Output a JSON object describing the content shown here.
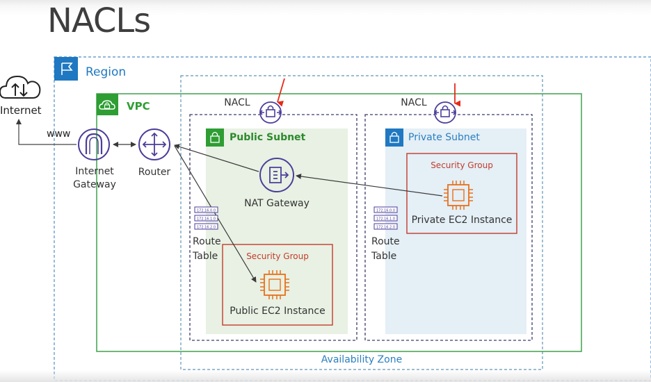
{
  "title": "NACLs",
  "labels": {
    "internet": "Internet",
    "www": "www",
    "region": "Region",
    "vpc": "VPC",
    "internet_gateway": "Internet\nGateway",
    "router": "Router",
    "nacl_public": "NACL",
    "nacl_private": "NACL",
    "public_subnet": "Public Subnet",
    "private_subnet": "Private Subnet",
    "nat_gateway": "NAT Gateway",
    "sg_private": "Security Group",
    "sg_public": "Security Group",
    "private_ec2": "Private EC2 Instance",
    "public_ec2": "Public EC2 Instance",
    "route_table_left": "Route\nTable",
    "route_table_right": "Route\nTable",
    "availability_zone": "Availability Zone"
  },
  "route_table_entries": [
    "172.16.0.0",
    "172.16.1.0",
    "172.16.2.0"
  ],
  "colors": {
    "region": "#1f78c1",
    "vpc": "#2e9e33",
    "subnet_border": "#3b3b6b",
    "public_fill": "#e8f1e3",
    "private_fill": "#e4eff6",
    "public_text": "#2d8a2d",
    "private_text": "#2b7fc0",
    "security_group": "#c23b2b",
    "compute": "#e8701a",
    "network_icon": "#4b3e9a",
    "highlight_arrow": "#e52a1a",
    "az": "#5f95b5"
  },
  "icons": {
    "internet": "cloud-upload-download-icon",
    "region": "flag-icon",
    "vpc": "cloud-lock-icon",
    "internet_gateway": "arch-gateway-icon",
    "router": "router-arrows-icon",
    "nacl": "nacl-firewall-icon",
    "subnet": "padlock-icon",
    "nat_gateway": "nat-gateway-icon",
    "ec2": "chip-icon",
    "route_table": "route-table-icon"
  }
}
